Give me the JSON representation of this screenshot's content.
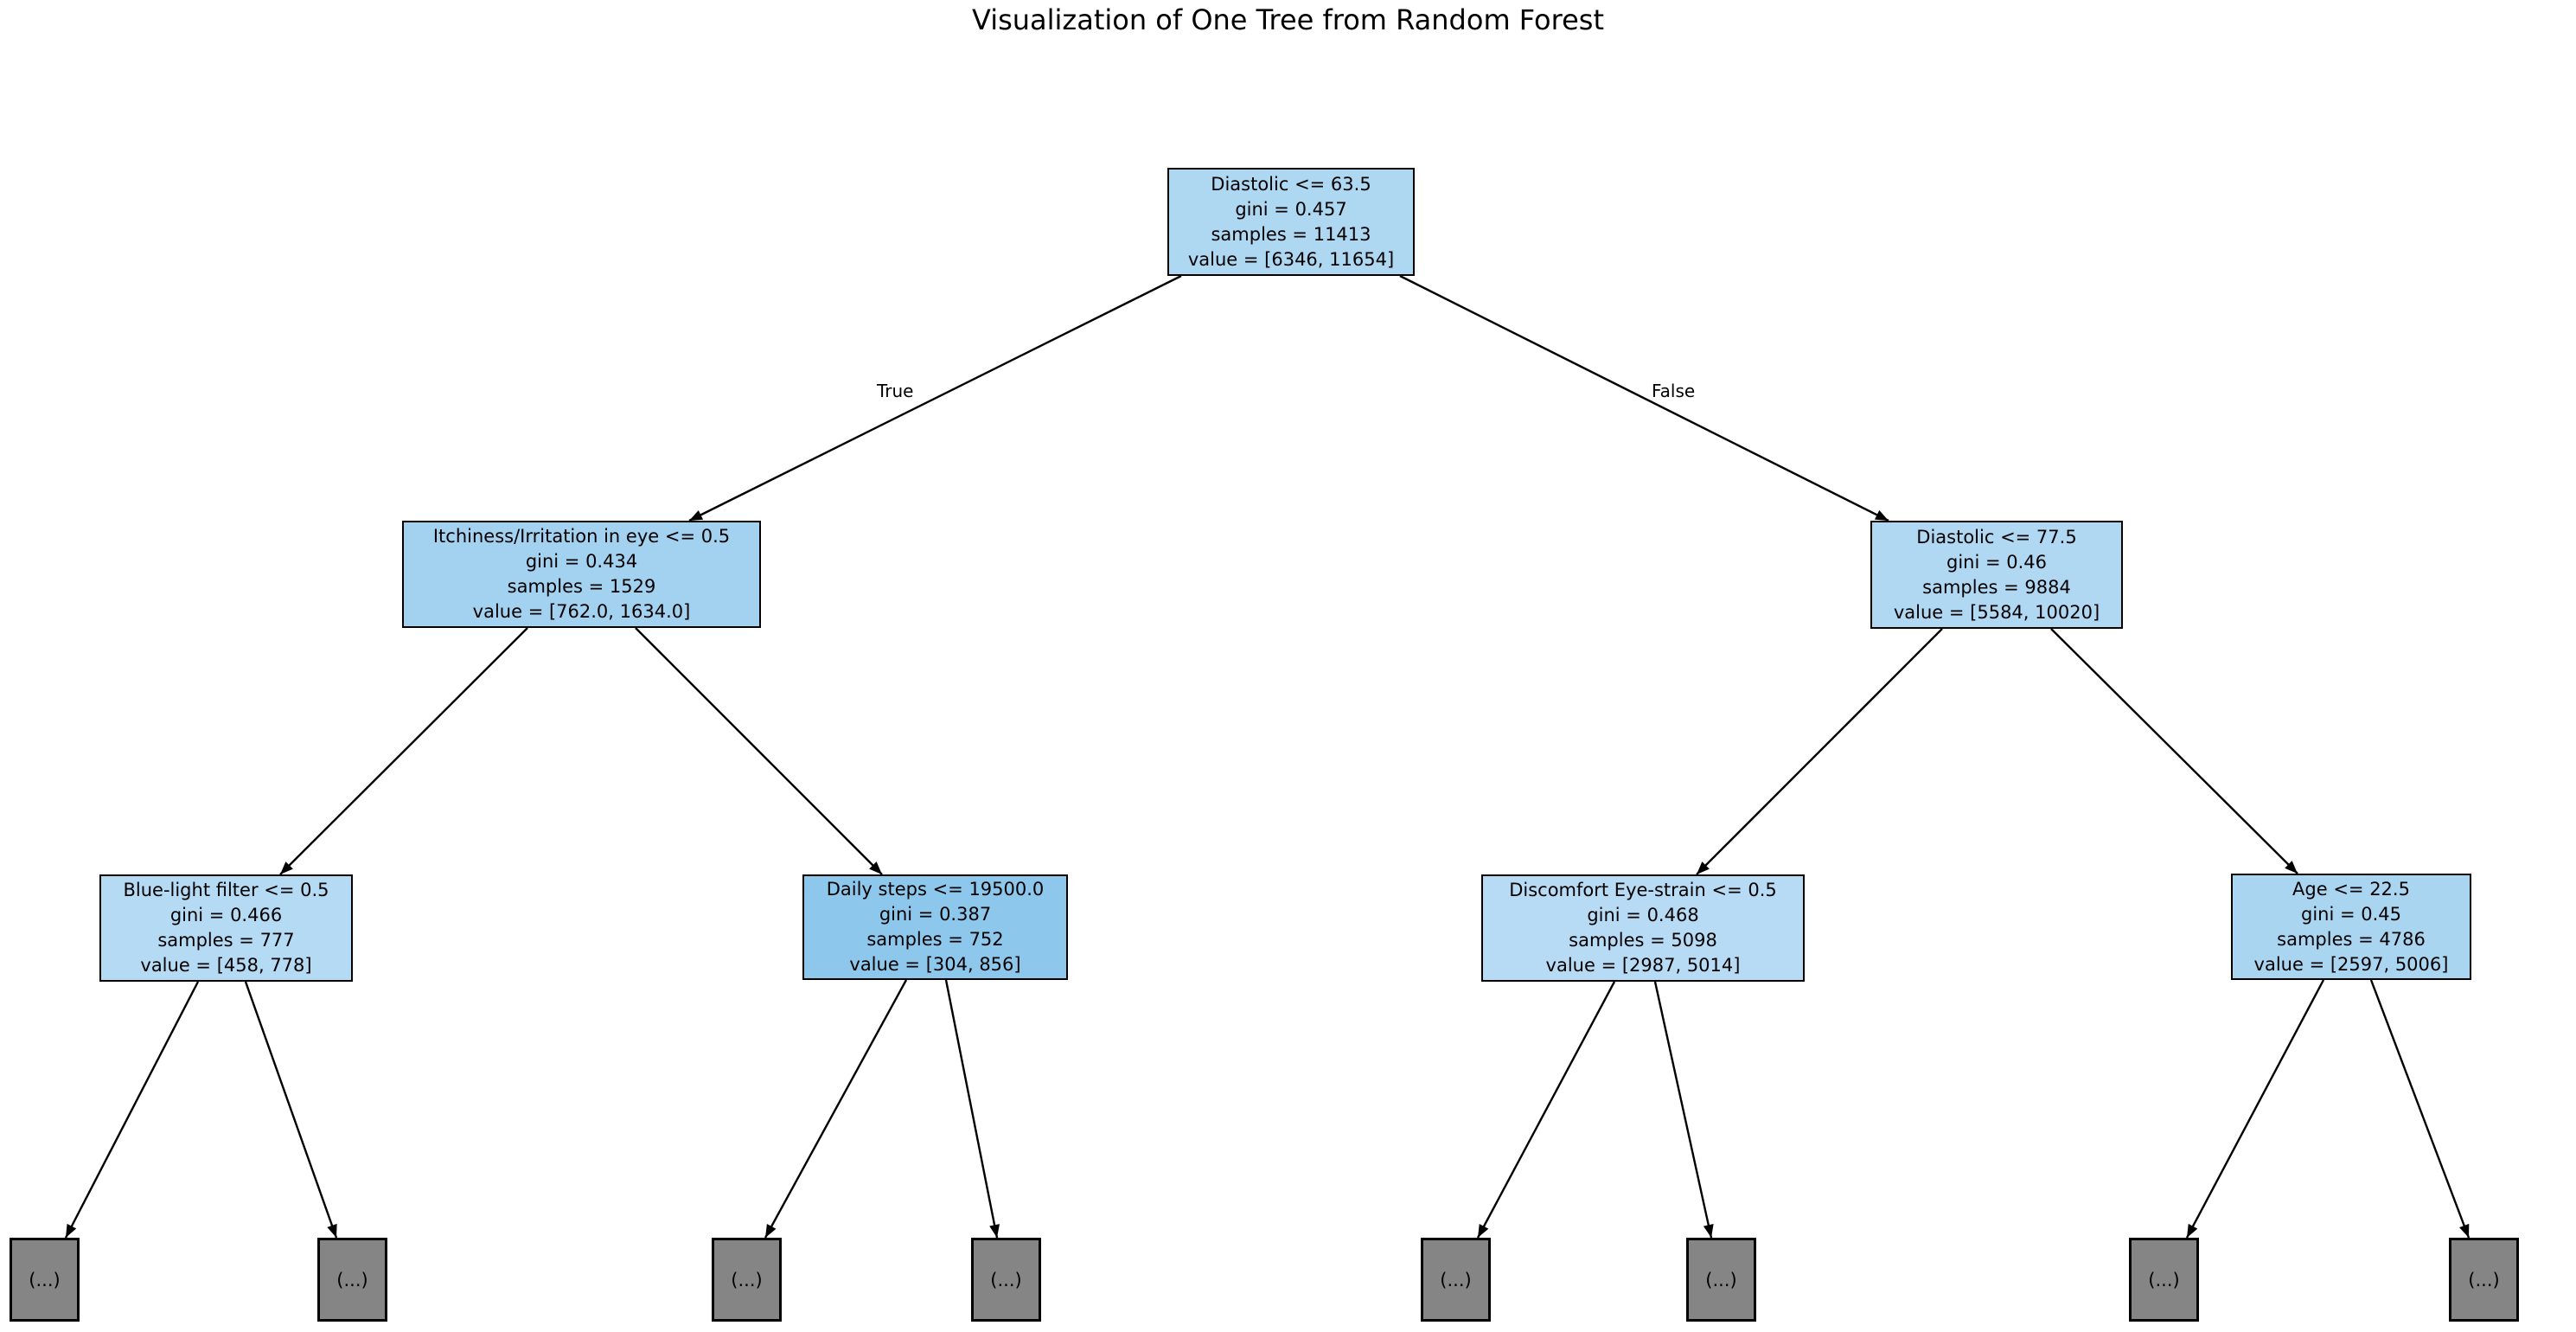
{
  "title": "Visualization of One Tree from Random Forest",
  "edge_labels": {
    "true": "True",
    "false": "False"
  },
  "colors": {
    "leaf_fill": "#858585",
    "edge_stroke": "#000000",
    "node_border": "#000000"
  },
  "tree": {
    "nodes": [
      {
        "id": "root",
        "condition": "Diastolic <= 63.5",
        "gini": "gini = 0.457",
        "samples": "samples = 11413",
        "value": "value = [6346, 11654]",
        "fill": "#aed7f2"
      },
      {
        "id": "L",
        "condition": "Itchiness/Irritation in eye <= 0.5",
        "gini": "gini = 0.434",
        "samples": "samples = 1529",
        "value": "value = [762.0, 1634.0]",
        "fill": "#a3d1f0"
      },
      {
        "id": "R",
        "condition": "Diastolic <= 77.5",
        "gini": "gini = 0.46",
        "samples": "samples = 9884",
        "value": "value = [5584, 10020]",
        "fill": "#b0d8f3"
      },
      {
        "id": "LL",
        "condition": "Blue-light filter <= 0.5",
        "gini": "gini = 0.466",
        "samples": "samples = 777",
        "value": "value = [458, 778]",
        "fill": "#b5daf4"
      },
      {
        "id": "LR",
        "condition": "Daily steps <= 19500.0",
        "gini": "gini = 0.387",
        "samples": "samples = 752",
        "value": "value = [304, 856]",
        "fill": "#8ec7ec"
      },
      {
        "id": "RL",
        "condition": "Discomfort Eye-strain <= 0.5",
        "gini": "gini = 0.468",
        "samples": "samples = 5098",
        "value": "value = [2987, 5014]",
        "fill": "#b7dbf4"
      },
      {
        "id": "RR",
        "condition": "Age <= 22.5",
        "gini": "gini = 0.45",
        "samples": "samples = 4786",
        "value": "value = [2597, 5006]",
        "fill": "#aad5f1"
      }
    ],
    "leaves": [
      {
        "label": "(...)"
      },
      {
        "label": "(...)"
      },
      {
        "label": "(...)"
      },
      {
        "label": "(...)"
      },
      {
        "label": "(...)"
      },
      {
        "label": "(...)"
      },
      {
        "label": "(...)"
      },
      {
        "label": "(...)"
      }
    ]
  }
}
